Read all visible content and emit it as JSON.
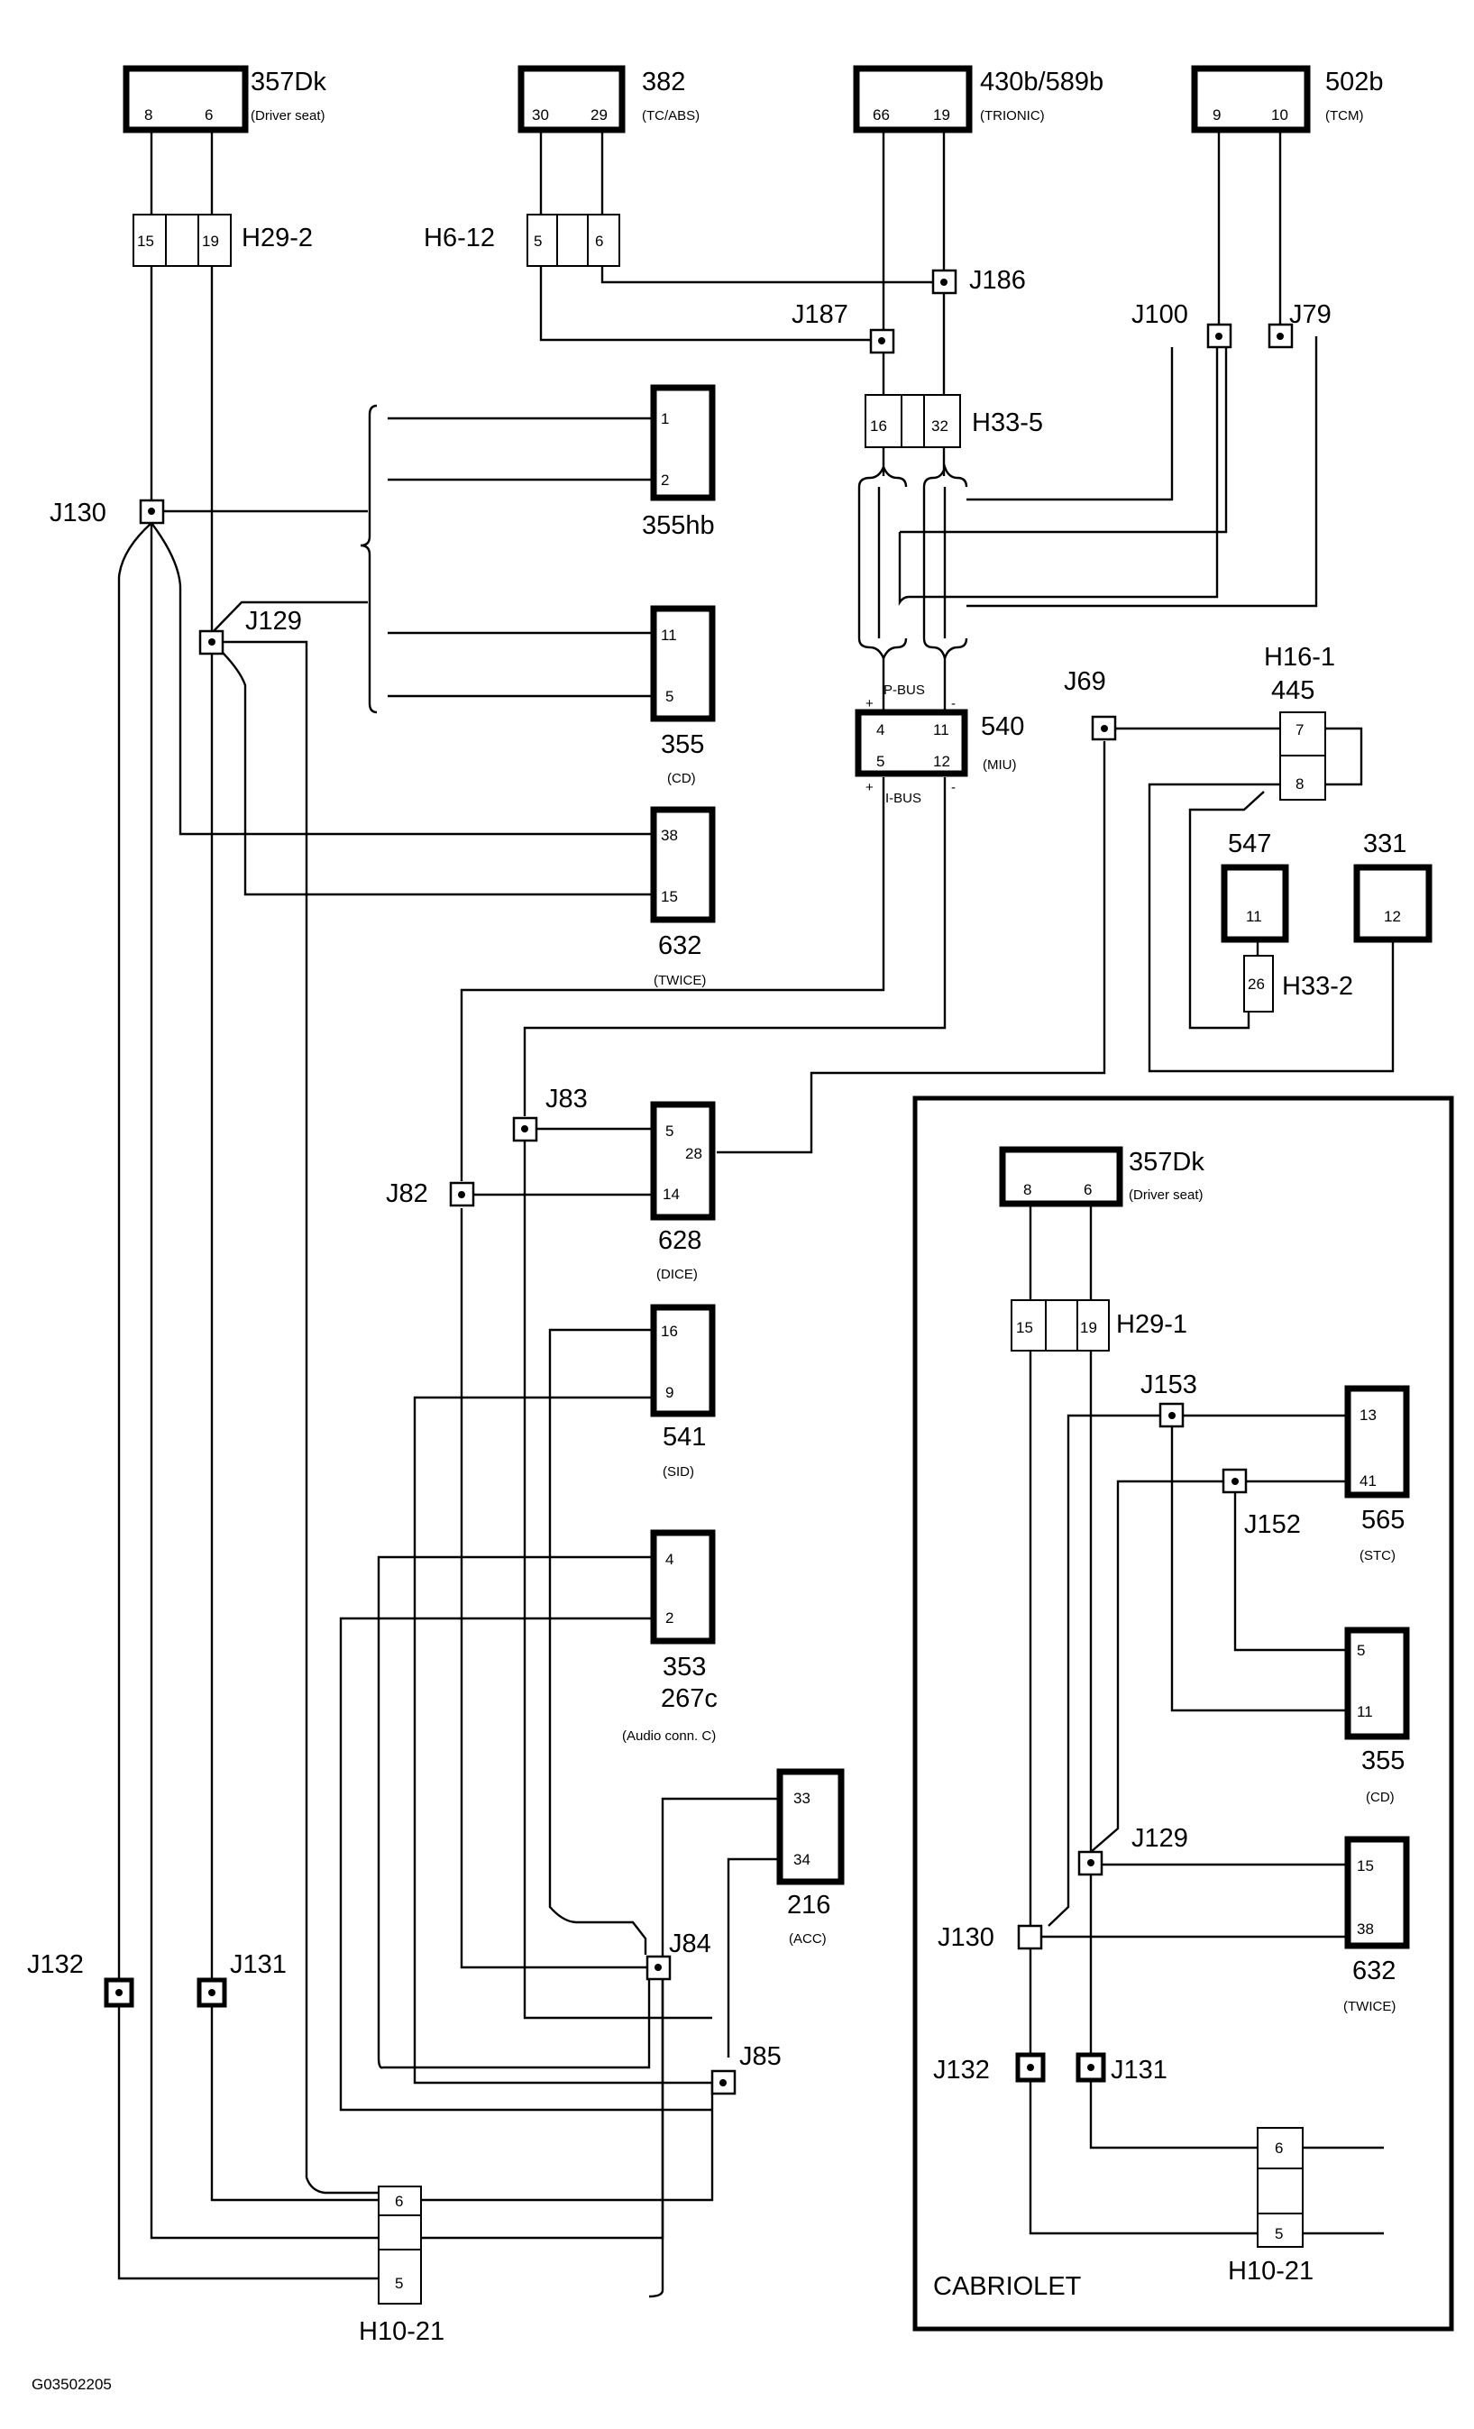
{
  "modules": {
    "m357dk_top": {
      "id": "357Dk",
      "desc": "(Driver seat)",
      "pins": [
        "8",
        "6"
      ]
    },
    "m382": {
      "id": "382",
      "desc": "(TC/ABS)",
      "pins": [
        "30",
        "29"
      ]
    },
    "m430": {
      "id": "430b/589b",
      "desc": "(TRIONIC)",
      "pins": [
        "66",
        "19"
      ]
    },
    "m502b": {
      "id": "502b",
      "desc": "(TCM)",
      "pins": [
        "9",
        "10"
      ]
    },
    "m355hb": {
      "id": "355hb",
      "pins": [
        "1",
        "2"
      ]
    },
    "m355_cd": {
      "id": "355",
      "desc": "(CD)",
      "pins": [
        "11",
        "5"
      ]
    },
    "m632": {
      "id": "632",
      "desc": "(TWICE)",
      "pins": [
        "38",
        "15"
      ]
    },
    "m540": {
      "id": "540",
      "desc": "(MIU)",
      "pins": [
        "4",
        "11",
        "5",
        "12"
      ],
      "pbus": "P-BUS",
      "ibus": "I-BUS",
      "plus": "+",
      "minus": "-"
    },
    "m547": {
      "id": "547",
      "pins": [
        "11"
      ]
    },
    "m331": {
      "id": "331",
      "pins": [
        "12"
      ]
    },
    "m628": {
      "id": "628",
      "desc": "(DICE)",
      "pins": [
        "5",
        "28",
        "14"
      ]
    },
    "m541": {
      "id": "541",
      "desc": "(SID)",
      "pins": [
        "16",
        "9"
      ]
    },
    "m353": {
      "id": "353",
      "id2": "267c",
      "desc": "(Audio conn. C)",
      "pins": [
        "4",
        "2"
      ]
    },
    "m216": {
      "id": "216",
      "desc": "(ACC)",
      "pins": [
        "33",
        "34"
      ]
    },
    "cab_357dk": {
      "id": "357Dk",
      "desc": "(Driver seat)",
      "pins": [
        "8",
        "6"
      ]
    },
    "cab_565": {
      "id": "565",
      "desc": "(STC)",
      "pins": [
        "13",
        "41"
      ]
    },
    "cab_355": {
      "id": "355",
      "desc": "(CD)",
      "pins": [
        "5",
        "11"
      ]
    },
    "cab_632": {
      "id": "632",
      "desc": "(TWICE)",
      "pins": [
        "15",
        "38"
      ]
    }
  },
  "connectors": {
    "h29_2": {
      "label": "H29-2",
      "pins": [
        "15",
        "19"
      ]
    },
    "h6_12": {
      "label": "H6-12",
      "pins": [
        "5",
        "6"
      ]
    },
    "h33_5": {
      "label": "H33-5",
      "pins": [
        "16",
        "32"
      ]
    },
    "h16_1": {
      "label": "H16-1",
      "sub": "445",
      "pins": [
        "7",
        "8"
      ]
    },
    "h33_2": {
      "label": "H33-2",
      "pins": [
        "26"
      ]
    },
    "h10_21": {
      "label": "H10-21",
      "pins": [
        "6",
        "5"
      ]
    },
    "cab_h29_1": {
      "label": "H29-1",
      "pins": [
        "15",
        "19"
      ]
    },
    "cab_h10_21": {
      "label": "H10-21",
      "pins": [
        "6",
        "5"
      ]
    }
  },
  "junctions": {
    "j186": "J186",
    "j187": "J187",
    "j100": "J100",
    "j79": "J79",
    "j130": "J130",
    "j129": "J129",
    "j69": "J69",
    "j83": "J83",
    "j82": "J82",
    "j84": "J84",
    "j85": "J85",
    "j132": "J132",
    "j131": "J131",
    "cab_j153": "J153",
    "cab_j152": "J152",
    "cab_j129": "J129",
    "cab_j130": "J130",
    "cab_j132": "J132",
    "cab_j131": "J131"
  },
  "cabriolet_label": "CABRIOLET",
  "figure_code": "G03502205"
}
